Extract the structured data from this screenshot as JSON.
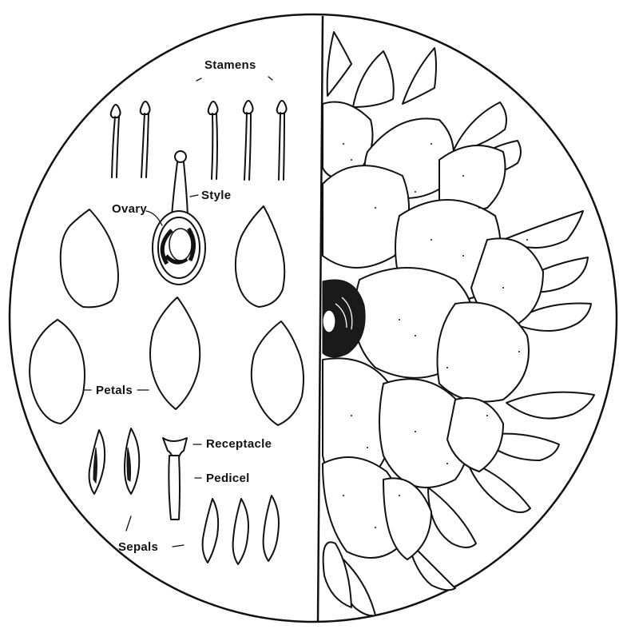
{
  "labels": {
    "stamens": "Stamens",
    "style": "Style",
    "ovary": "Ovary",
    "petals": "Petals",
    "receptacle": "Receptacle",
    "pedicel": "Pedicel",
    "sepals": "Sepals"
  },
  "colors": {
    "ink": "#111111",
    "paper": "#ffffff"
  }
}
